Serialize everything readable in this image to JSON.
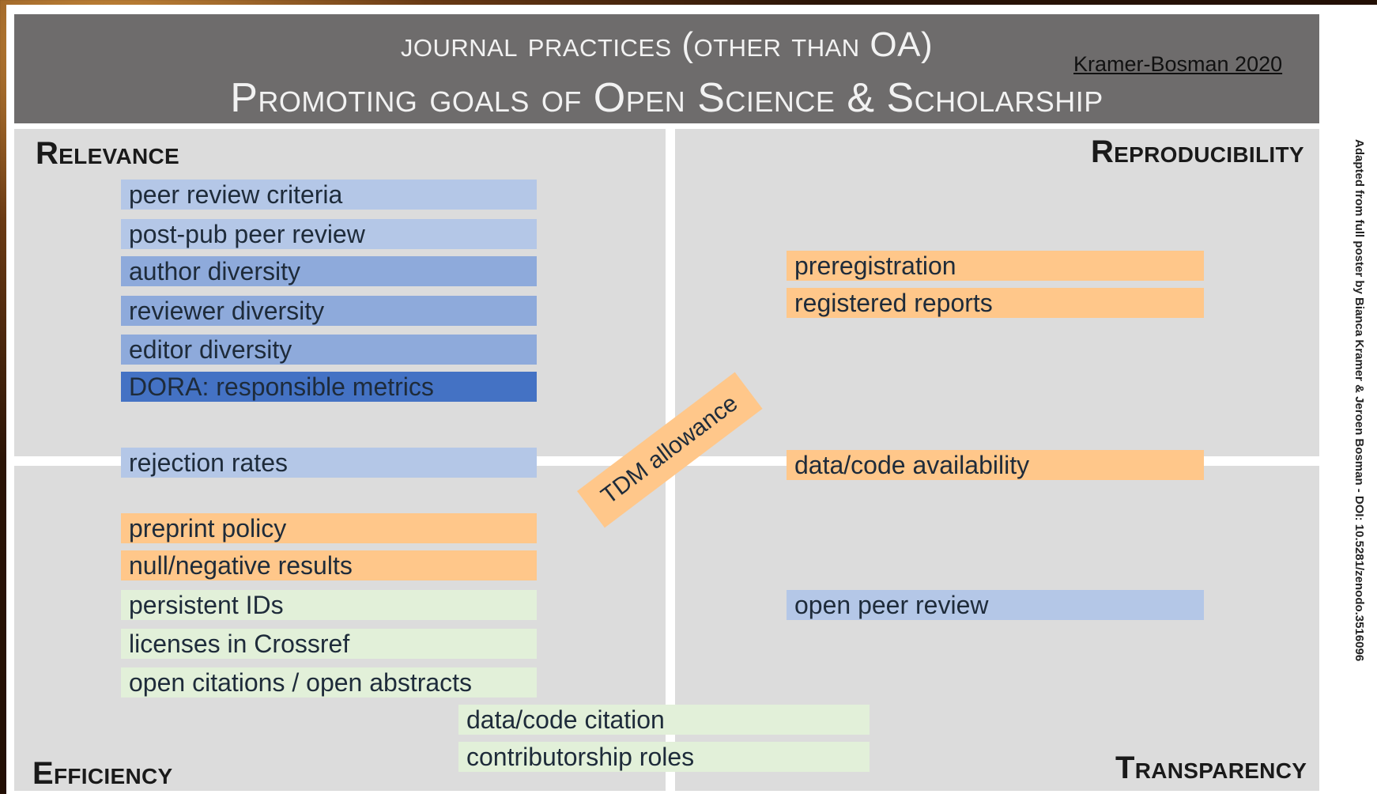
{
  "header": {
    "title_line1": "journal practices (other than OA)",
    "title_line2": "Promoting goals of Open Science & Scholarship",
    "credit": "Kramer-Bosman 2020"
  },
  "quadrants": {
    "top_left": "Relevance",
    "top_right": "Reproducibility",
    "bottom_left": "Efficiency",
    "bottom_right": "Transparency"
  },
  "items": {
    "peer_review_criteria": "peer review criteria",
    "post_pub_peer_review": "post-pub peer review",
    "author_diversity": "author diversity",
    "reviewer_diversity": "reviewer diversity",
    "editor_diversity": "editor diversity",
    "dora": "DORA: responsible metrics",
    "rejection_rates": "rejection rates",
    "preprint_policy": "preprint policy",
    "null_negative": "null/negative results",
    "persistent_ids": "persistent IDs",
    "licenses_crossref": "licenses in Crossref",
    "open_citations": "open citations / open abstracts",
    "data_code_citation": "data/code citation",
    "contributorship_roles": "contributorship roles",
    "preregistration": "preregistration",
    "registered_reports": "registered reports",
    "data_code_availability": "data/code availability",
    "open_peer_review": "open peer review",
    "tdm_allowance": "TDM allowance"
  },
  "side_note": "Adapted from full poster by Bianca Kramer & Jeroen Bosman - DOI: 10.5281/zenodo.3516096",
  "colors": {
    "light_blue": "#b4c7e7",
    "medium_blue": "#8eaadb",
    "dark_blue": "#4472c4",
    "orange": "#ffc78a",
    "green": "#e2f0d9",
    "header_gray": "#6e6c6c",
    "quadrant_gray": "#dcdcdc"
  }
}
